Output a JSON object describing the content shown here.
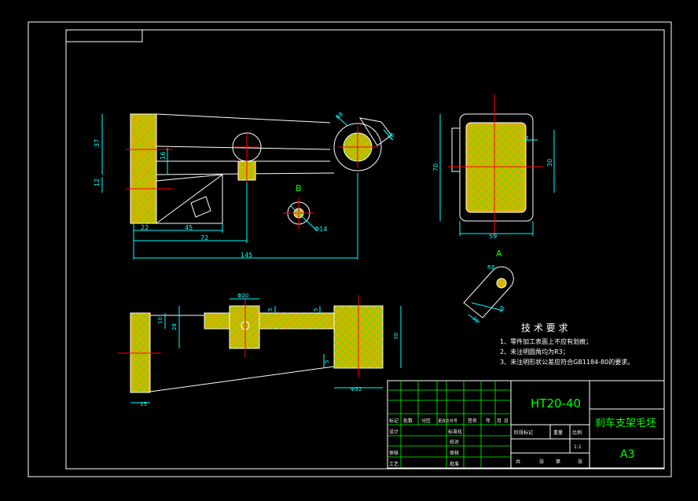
{
  "colors": {
    "background": "#000000",
    "border": "#ffffff",
    "outline": "#ffffff",
    "dimension": "#00ffff",
    "hatch": "#00ff00",
    "body_fill": "#d4b400",
    "center_line": "#ff0000",
    "title_text": "#00ff00",
    "tech_text": "#ffffff",
    "view_label": "#00ff00"
  },
  "dimensions": {
    "d37": "37",
    "d16": "16",
    "d12": "12",
    "d22": "22",
    "d45": "45",
    "d72": "72",
    "d145": "145",
    "r8_top": "R8",
    "d18": "18",
    "phi14": "Φ14",
    "d70": "70",
    "d59": "59",
    "d30_side": "30",
    "d7": "7",
    "r8_a": "R8",
    "d36": "36",
    "d18_a": "18",
    "phi20": "Φ20",
    "d5_a": "5",
    "d5_b": "5",
    "d5_c": "5",
    "d10": "10",
    "d28": "28",
    "d30_front": "30",
    "phi32": "Φ32",
    "d15": "15"
  },
  "views": {
    "b_label": "B",
    "a_label": "A"
  },
  "tech": {
    "title": "技 术 要 求",
    "req1": "1、零件加工表面上不应有划痕；",
    "req2": "2、未注明圆角均为R3；",
    "req3": "3、未注明形状公差应符合GB1184-80的要求。"
  },
  "title_block": {
    "part_code": "HT20-40",
    "part_name": "刹车支架毛坯",
    "sheet_size": "A3",
    "h_mark": "标记",
    "h_count": "处数",
    "h_zone": "分区",
    "h_doc": "更改文件号",
    "h_sign": "签名",
    "h_year": "年",
    "h_month": "月",
    "h_day": "日",
    "design": "设计",
    "standard": "标准化",
    "checked": "审核",
    "process": "工艺",
    "proofread": "校对",
    "approve": "批准",
    "review": "审核",
    "stage": "阶段标记",
    "weight": "重量",
    "scale": "比例",
    "scale_val": "1:1",
    "total": "共",
    "sheets": "张",
    "page": "第",
    "sheets2": "张"
  }
}
